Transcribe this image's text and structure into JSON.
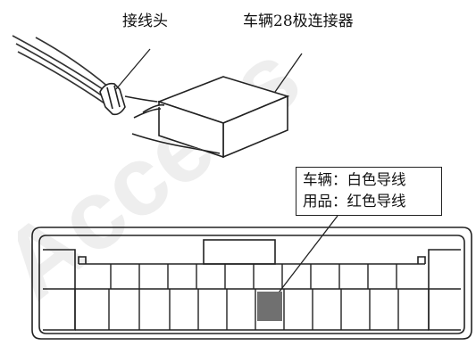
{
  "labels": {
    "splice": "接线头",
    "connector": "车辆28极连接器"
  },
  "callout": {
    "vehicle": "车辆：白色导线",
    "accessory": "用品：红色导线"
  },
  "watermark": "Access",
  "colors": {
    "highlight_pin": "#707070",
    "line": "#222222",
    "watermark": "#e9e9e9"
  }
}
